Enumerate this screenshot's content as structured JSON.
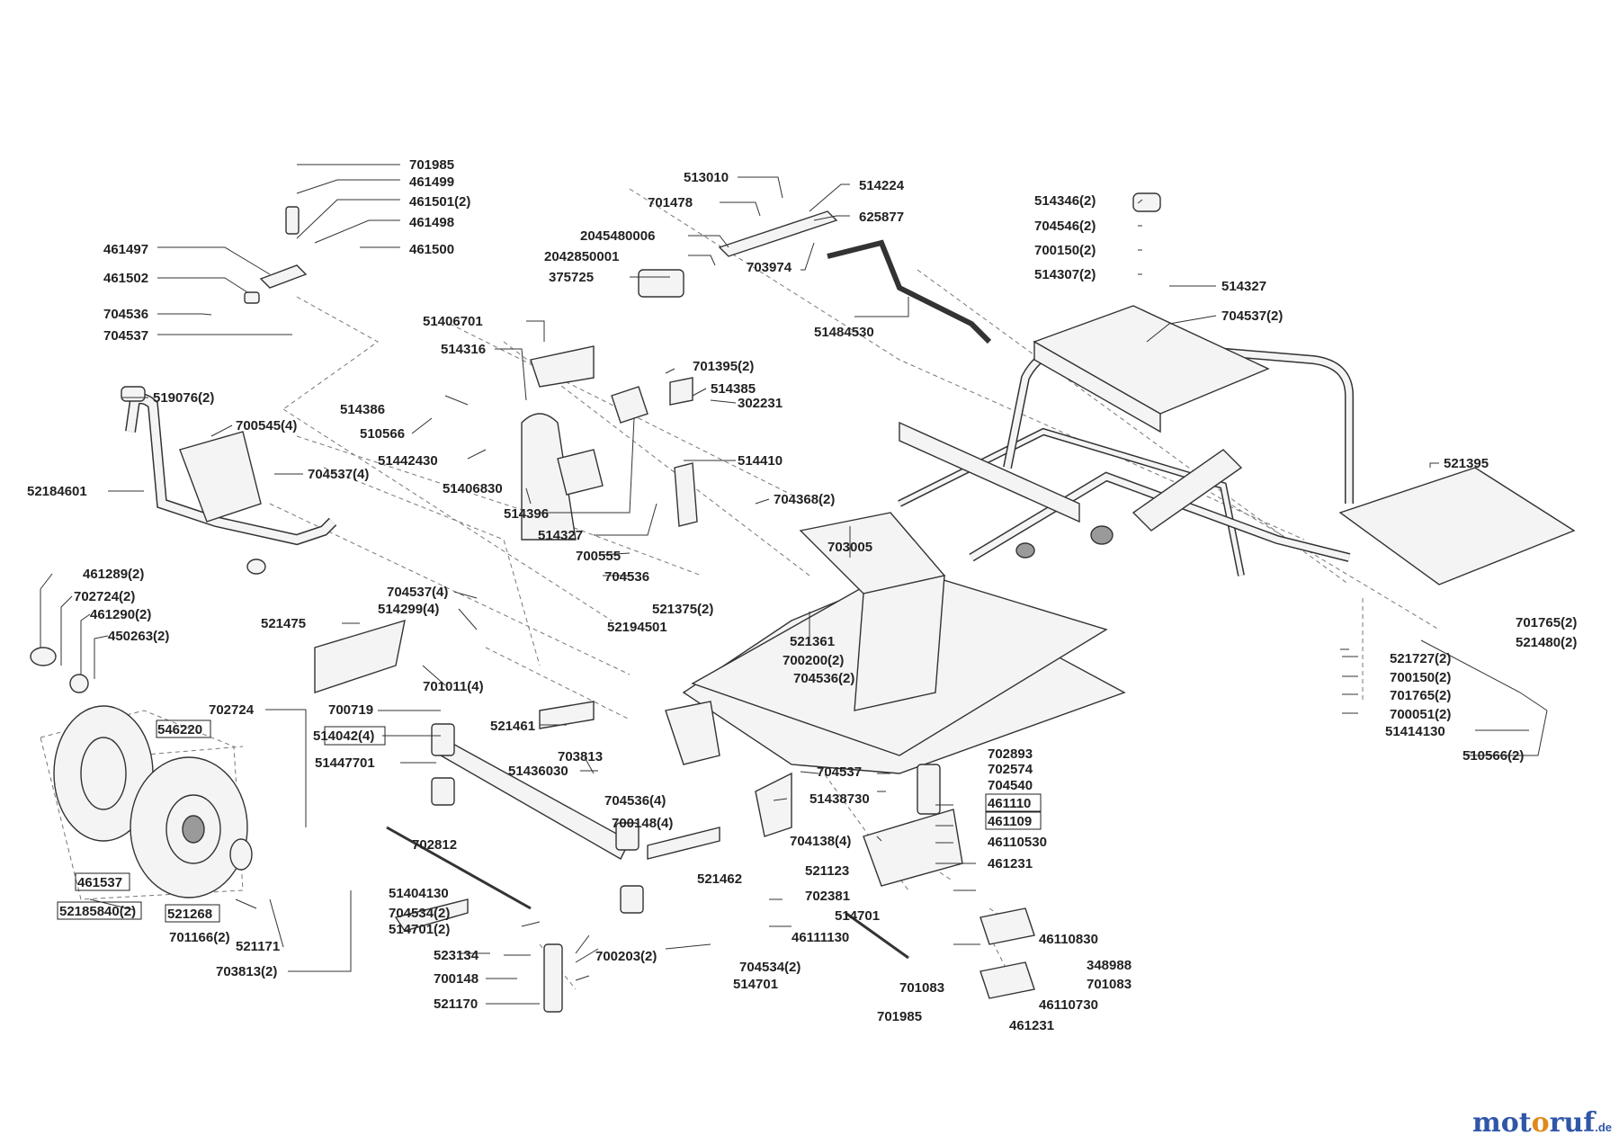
{
  "labels": [
    "701985",
    "461499",
    "461501(2)",
    "461498",
    "461500",
    "461497",
    "461502",
    "704536",
    "704537",
    "513010",
    "701478",
    "514224",
    "625877",
    "2045480006",
    "2042850001",
    "375725",
    "703974",
    "51484530",
    "514346(2)",
    "704546(2)",
    "700150(2)",
    "514307(2)",
    "514327",
    "704537(2)",
    "519076(2)",
    "700545(4)",
    "704537(4)",
    "52184601",
    "51406701",
    "514316",
    "514386",
    "510566",
    "51442430",
    "51406830",
    "514396",
    "514327",
    "701395(2)",
    "514385",
    "302231",
    "514410",
    "700555",
    "704536",
    "704368(2)",
    "703005",
    "521361",
    "700200(2)",
    "704536(2)",
    "521375(2)",
    "52194501",
    "521395",
    "701765(2)",
    "521480(2)",
    "521727(2)",
    "700150(2)",
    "701765(2)",
    "700051(2)",
    "51414130",
    "510566(2)",
    "461289(2)",
    "702724(2)",
    "461290(2)",
    "450263(2)",
    "521475",
    "704537(4)",
    "514299(4)",
    "701011(4)",
    "702724",
    "546220",
    "700719",
    "514042(4)",
    "51447701",
    "521461",
    "703813",
    "51436030",
    "704537",
    "51438730",
    "702893",
    "702574",
    "704540",
    "461110",
    "461109",
    "46110530",
    "461231",
    "704536(4)",
    "700148(4)",
    "704138(4)",
    "521462",
    "702812",
    "461537",
    "52185840(2)",
    "521268",
    "701166(2)",
    "521171",
    "703813(2)",
    "51404130",
    "704534(2)",
    "514701(2)",
    "700203(2)",
    "523134",
    "700148",
    "521170",
    "521123",
    "702381",
    "514701",
    "46111130",
    "46110830",
    "348988",
    "701083",
    "704534(2)",
    "514701",
    "701083",
    "46110730",
    "701985",
    "461231"
  ],
  "watermark": {
    "part1": "mot",
    "part2": "o",
    "part3": "ruf",
    "tld": ".de"
  }
}
